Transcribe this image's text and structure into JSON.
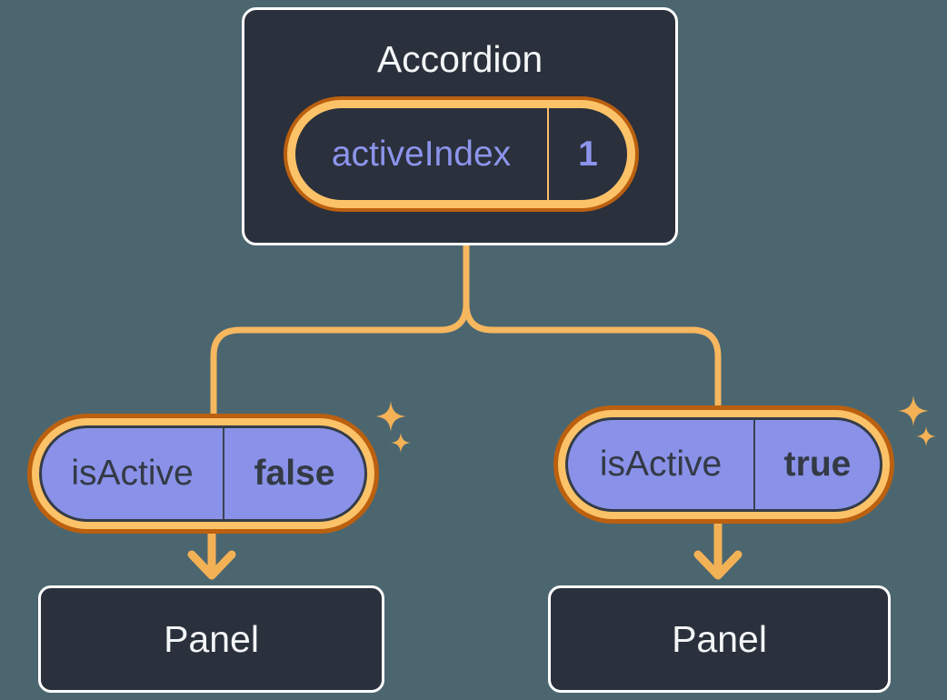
{
  "diagram": {
    "type": "component-tree-state-diagram",
    "root": {
      "title": "Accordion",
      "state": {
        "name": "activeIndex",
        "value": "1"
      }
    },
    "children": [
      {
        "state": {
          "name": "isActive",
          "value": "false"
        },
        "panel": "Panel"
      },
      {
        "state": {
          "name": "isActive",
          "value": "true"
        },
        "panel": "Panel"
      }
    ],
    "icons": {
      "sparkle": "four-point-star"
    },
    "colors": {
      "background": "#4c666f",
      "node_fill": "#2a303c",
      "node_border": "#ffffff",
      "node_text": "#f3f5f7",
      "pill_purple": "#8a91e8",
      "pill_dark_text": "#333a45",
      "state_text_purple": "#8d94eb",
      "ring_light_orange": "#fcc268",
      "ring_dark_orange": "#bb600f",
      "connector_orange": "#f6b75f",
      "arrow_orange": "#f3b156",
      "sparkle_orange": "#f4b156"
    }
  }
}
